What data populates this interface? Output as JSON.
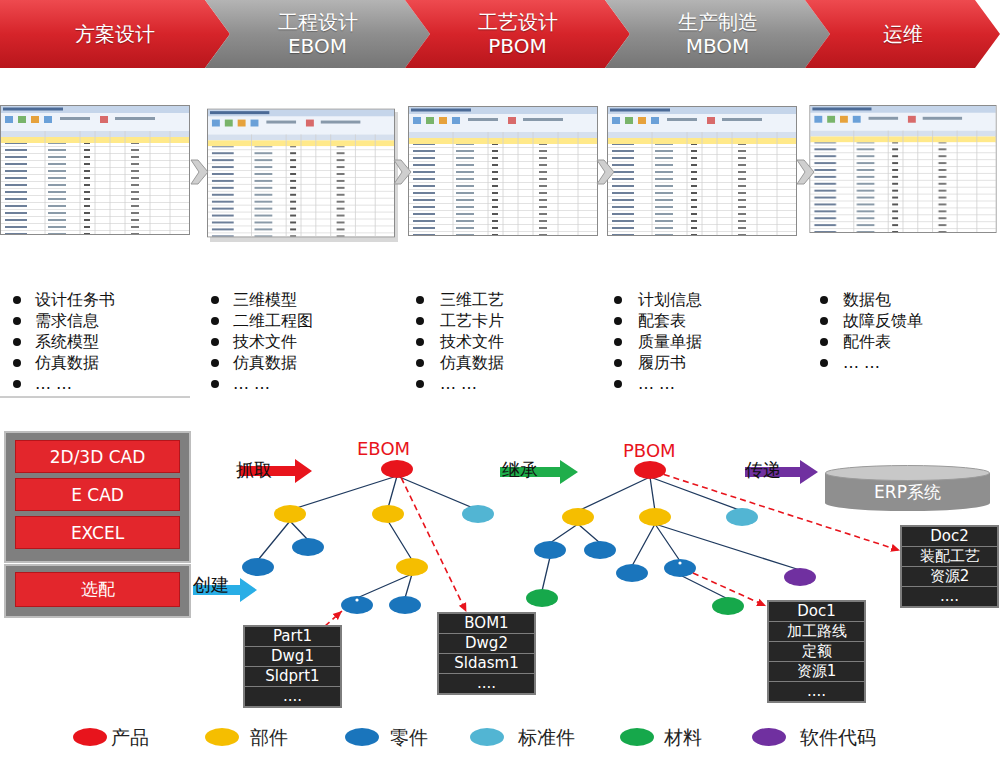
{
  "diagram": {
    "nodes": [
      {
        "text": [
          "方案设计"
        ]
      },
      {
        "text": [
          "工程设计 EBOM"
        ]
      },
      {
        "text": [
          "工艺设计 PBOM"
        ]
      },
      {
        "text": [
          "生产制造 MBOM"
        ]
      },
      {
        "text": [
          "运维"
        ]
      },
      {
        "text": [
          "2D/3D CAD"
        ]
      },
      {
        "text": [
          "E CAD"
        ]
      },
      {
        "text": [
          "EXCEL"
        ]
      },
      {
        "text": [
          "选配"
        ]
      },
      {
        "text": [
          "EBOM"
        ]
      },
      {
        "text": [
          "PBOM"
        ]
      },
      {
        "text": [
          "ERP系统"
        ]
      },
      {
        "text": [
          "Part1",
          "Dwg1",
          "Sldprt1",
          "...."
        ]
      },
      {
        "text": [
          "BOM1",
          "Dwg2",
          "Sldasm1",
          "...."
        ]
      },
      {
        "text": [
          "Doc1",
          "加工路线",
          "定额",
          "资源1",
          "...."
        ]
      },
      {
        "text": [
          "Doc2",
          "装配工艺",
          "资源2",
          "...."
        ]
      }
    ],
    "edges": [
      {
        "from": 9,
        "to": 13,
        "arrow": "to"
      },
      {
        "from": 10,
        "to": 15,
        "arrow": "to"
      }
    ],
    "labels": [
      "设计任务书",
      "需求信息",
      "系统模型",
      "仿真数据",
      "… …",
      "三维模型",
      "二维工程图",
      "技术文件",
      "仿真数据",
      "… …",
      "三维工艺",
      "工艺卡片",
      "技术文件",
      "仿真数据",
      "… …",
      "计划信息",
      "配套表",
      "质量单据",
      "履历书",
      "… …",
      "数据包",
      "故障反馈单",
      "配件表",
      "… …",
      "抓取",
      "创建",
      "继承",
      "传递"
    ],
    "legend": [
      {
        "text": "产品",
        "color": "#e8141c"
      },
      {
        "text": "部件",
        "color": "#f5be00"
      },
      {
        "text": "零件",
        "color": "#1a75bc"
      },
      {
        "text": "标准件",
        "color": "#52b5d3"
      },
      {
        "text": "材料",
        "color": "#16a84b"
      },
      {
        "text": "软件代码",
        "color": "#7030a0"
      }
    ]
  }
}
